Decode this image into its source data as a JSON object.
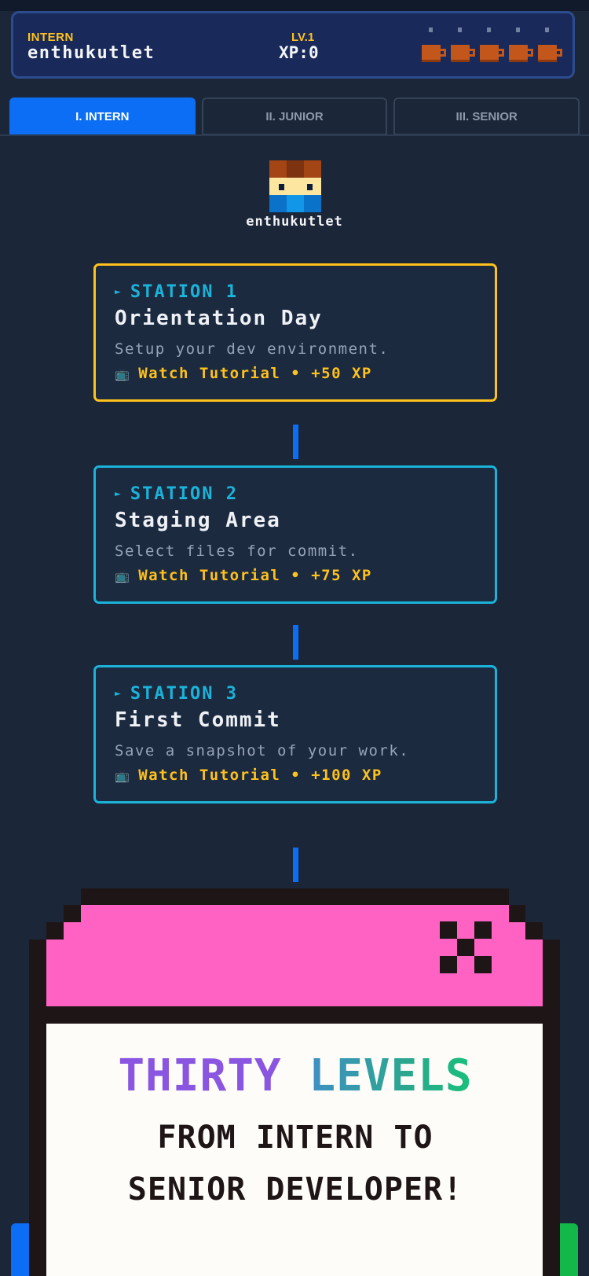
{
  "header": {
    "rank": "INTERN",
    "username": "enthukutlet",
    "level": "LV.1",
    "xp_label": "XP:",
    "xp_value": "0",
    "coffee_count": 5,
    "mug_icon": "coffee-mug-icon"
  },
  "tabs": [
    {
      "label": "I. INTERN",
      "active": true
    },
    {
      "label": "II. JUNIOR",
      "active": false
    },
    {
      "label": "III. SENIOR",
      "active": false
    }
  ],
  "avatar": {
    "name": "enthukutlet",
    "icon": "pixel-avatar-icon",
    "colors": {
      "hair": "#a34515",
      "hair_mid": "#7d3210",
      "skin": "#fde7a0",
      "eye": "#0d1c3a",
      "shirt": "#1296e8",
      "shirt_dark": "#0a72c9"
    }
  },
  "stations": [
    {
      "label": "STATION 1",
      "title": "Orientation Day",
      "description": "Setup your dev environment.",
      "link_text": "Watch Tutorial",
      "separator": "•",
      "xp": "+50 XP",
      "current": true
    },
    {
      "label": "STATION 2",
      "title": "Staging Area",
      "description": "Select files for commit.",
      "link_text": "Watch Tutorial",
      "separator": "•",
      "xp": "+75 XP",
      "current": false
    },
    {
      "label": "STATION 3",
      "title": "First Commit",
      "description": "Save a snapshot of your work.",
      "link_text": "Watch Tutorial",
      "separator": "•",
      "xp": "+100 XP",
      "current": false
    }
  ],
  "popup": {
    "headline_word1": "THIRTY",
    "headline_word2": "LEVELS",
    "line1": "FROM INTERN TO",
    "line2": "SENIOR DEVELOPER!",
    "close_icon": "pixel-close-icon"
  },
  "colors": {
    "background": "#1b2638",
    "accent_blue": "#0b6ef5",
    "accent_yellow": "#ffc21c",
    "accent_cyan": "#1bb3d9",
    "popup_pink": "#ff62c2",
    "popup_green": "#12b84a"
  }
}
